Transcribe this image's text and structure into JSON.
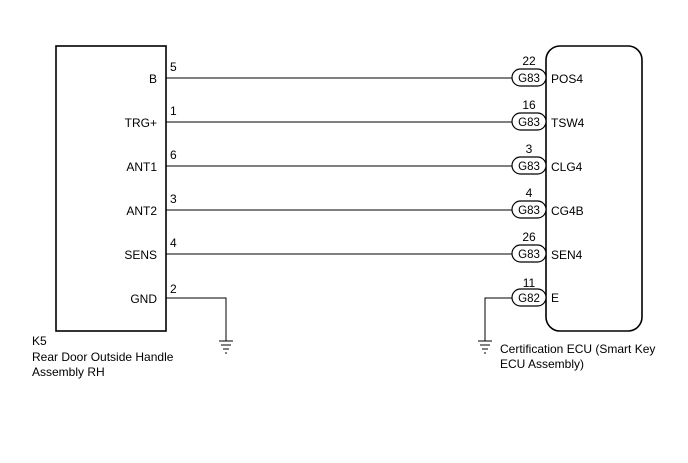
{
  "left_component": {
    "code": "K5",
    "name_line1": "Rear Door Outside Handle",
    "name_line2": "Assembly RH",
    "pins": [
      {
        "label": "B",
        "pin": "5"
      },
      {
        "label": "TRG+",
        "pin": "1"
      },
      {
        "label": "ANT1",
        "pin": "6"
      },
      {
        "label": "ANT2",
        "pin": "3"
      },
      {
        "label": "SENS",
        "pin": "4"
      },
      {
        "label": "GND",
        "pin": "2"
      }
    ]
  },
  "right_component": {
    "name_line1": "Certification ECU (Smart Key",
    "name_line2": "ECU Assembly)",
    "pins": [
      {
        "label": "POS4",
        "pin": "22",
        "connector": "G83"
      },
      {
        "label": "TSW4",
        "pin": "16",
        "connector": "G83"
      },
      {
        "label": "CLG4",
        "pin": "3",
        "connector": "G83"
      },
      {
        "label": "CG4B",
        "pin": "4",
        "connector": "G83"
      },
      {
        "label": "SEN4",
        "pin": "26",
        "connector": "G83"
      },
      {
        "label": "E",
        "pin": "11",
        "connector": "G82"
      }
    ]
  },
  "icons": [
    "ground-symbol-icon",
    "connector-oval-icon"
  ]
}
